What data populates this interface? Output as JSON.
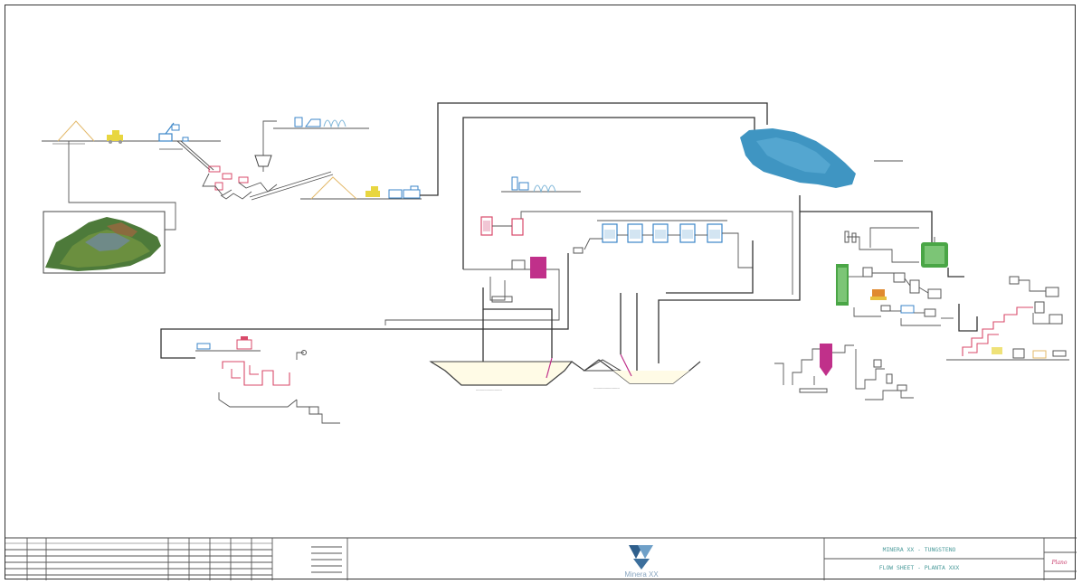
{
  "title_block": {
    "project_line1": "MINERA XX - TUNGSTENO",
    "project_line2": "FLOW SHEET - PLANTA XXX",
    "company": "Minera XX",
    "stamp": "Plano"
  },
  "colors": {
    "stockpile_outline": "#e3b96a",
    "loader_yellow": "#e8d640",
    "equipment_blue": "#3b86c8",
    "equipment_pink": "#d94a6a",
    "magenta_tank": "#c0308a",
    "tailings_pond": "#3f95c2",
    "green_tank": "#4aa646",
    "orange_equipment": "#e08a30",
    "terrain_green": "#4d7a3a"
  },
  "icons": [
    "mountain-terrain-icon",
    "tailings-pond-icon",
    "loader-truck-icon",
    "dump-truck-icon",
    "conveyor-icon",
    "flotation-cell-icon",
    "thickener-icon",
    "company-logo-icon"
  ]
}
